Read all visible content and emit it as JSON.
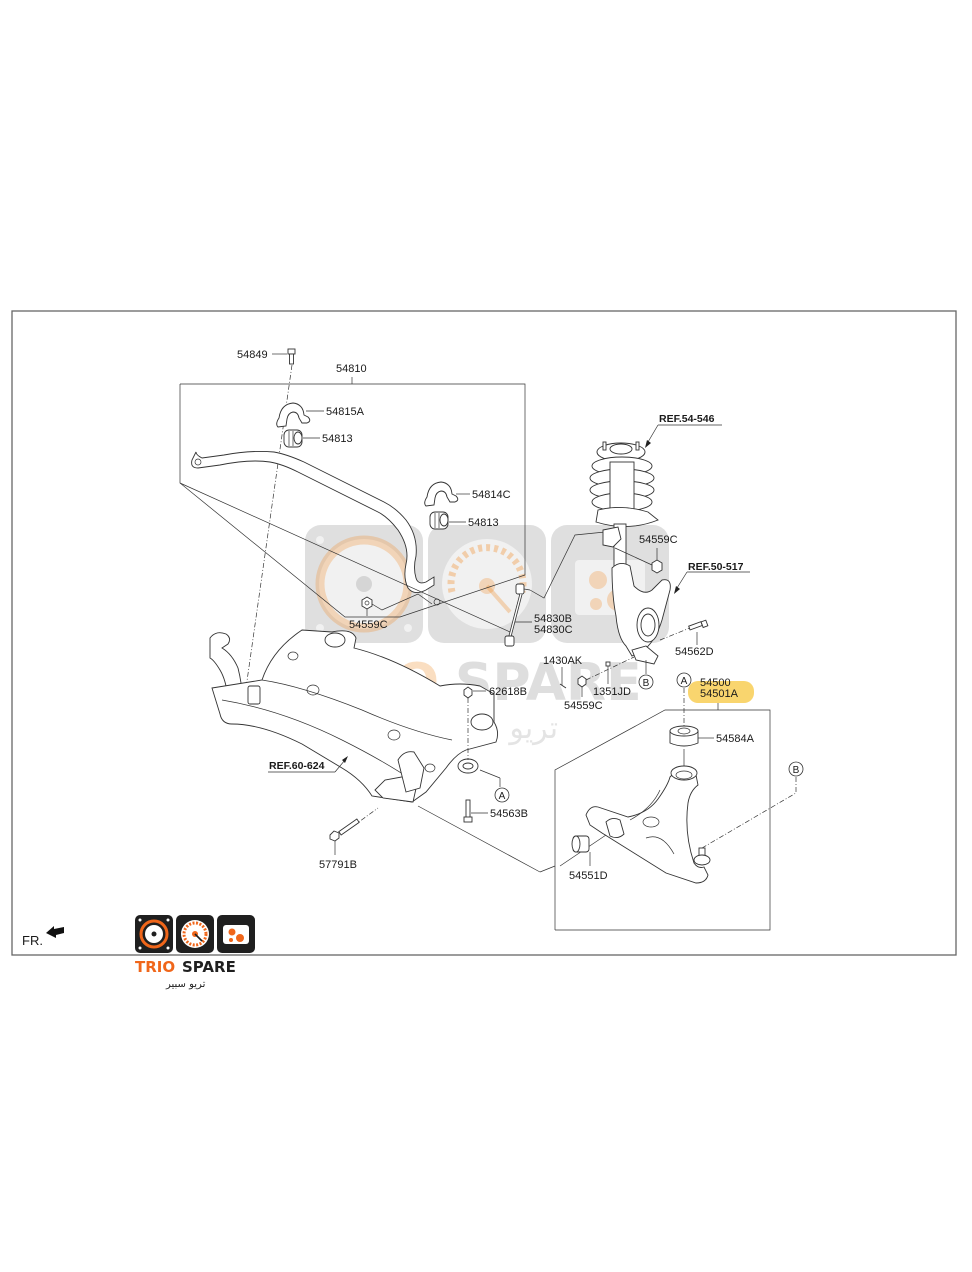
{
  "diagram": {
    "orientation_label": "FR.",
    "colors": {
      "highlight": "#f9d56e",
      "brand_orange": "#f0661a",
      "brand_dark": "#1f1f1f",
      "frame": "#666666"
    },
    "callouts": {
      "stabilizer_assembly": "54810",
      "stabilizer_bolt": "54849",
      "bracket_front": "54815A",
      "bushing_left": "54813",
      "bracket_rear": "54814C",
      "bushing_right": "54813",
      "nut_stabilizer": "54559C",
      "link_b": "54830B",
      "link_c": "54830C",
      "strut_ref": "REF.54-546",
      "nut_strut": "54559C",
      "knuckle_ref": "REF.50-517",
      "knuckle_bolt": "54562D",
      "bolt_1430": "1430AK",
      "bolt_1351": "1351JD",
      "nut_knuckle": "54559C",
      "nut_crossmember": "62618B",
      "crossmember_ref": "REF.60-624",
      "crossmember_bolt": "54563B",
      "crossmember_bolt_front": "57791B",
      "arm_assembly": "54500",
      "arm_assembly_alt": "54501A",
      "bushing_g": "54584A",
      "bushing_front": "54551D"
    },
    "circle_markers": {
      "a": "A",
      "b": "B"
    },
    "watermark": {
      "brand_left": "TRIO",
      "brand_right": "SPARE",
      "arabic": "تريو سبير"
    },
    "logo": {
      "brand_left": "TRIO",
      "brand_right": "SPARE",
      "arabic": "تريو سبير"
    }
  }
}
